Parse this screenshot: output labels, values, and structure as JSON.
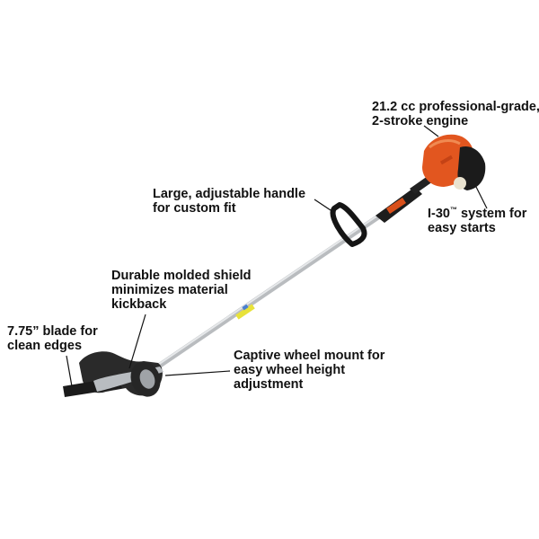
{
  "product": {
    "type": "gas stick edger",
    "colors": {
      "engine_orange": "#e2561f",
      "engine_dark": "#1c1c1c",
      "shaft_silver": "#c9cbcd",
      "handle_black": "#1a1a1a",
      "background": "#ffffff"
    }
  },
  "callouts": [
    {
      "id": "engine",
      "lines": [
        "21.2 cc professional-grade,",
        "2-stroke engine"
      ]
    },
    {
      "id": "starter",
      "lines_prefix": "I-30",
      "tm": "™",
      "line1_suffix": " system for",
      "line2": "easy starts"
    },
    {
      "id": "handle",
      "lines": [
        "Large, adjustable handle",
        "for custom fit"
      ]
    },
    {
      "id": "shield",
      "lines": [
        "Durable molded shield",
        "minimizes material",
        "kickback"
      ]
    },
    {
      "id": "blade",
      "lines": [
        "7.75” blade for",
        "clean edges"
      ]
    },
    {
      "id": "wheel",
      "lines": [
        "Captive wheel mount for",
        "easy wheel height",
        "adjustment"
      ]
    }
  ]
}
